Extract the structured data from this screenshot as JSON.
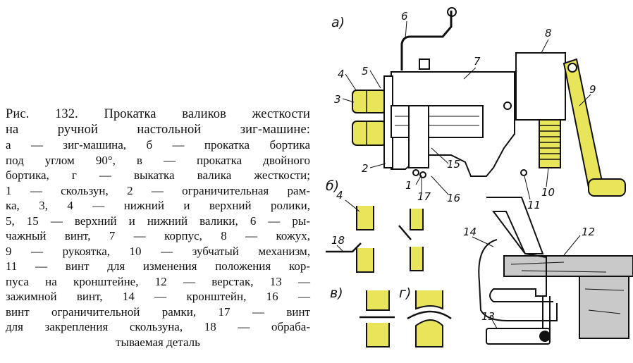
{
  "caption": {
    "lines": [
      "Рис. 132. Прокатка валиков жесткости",
      "на ручной настольной зиг-машине:",
      "а — зиг-машина, б — прокатка бортика",
      "под углом 90°, в — прокатка двойного",
      "бортика, г — выкатка валика жесткости;",
      "1 — скользун, 2 — ограничительная рам-",
      "ка, 3, 4 — нижний и верхний ролики,",
      "5, 15 — верхний и нижний валики, 6 — ры-",
      "чажный винт, 7 — корпус, 8 — кожух,",
      "9 — рукоятка, 10 — зубчатый механизм,",
      "11 — винт для изменения положения кор-",
      "пуса на кронштейне, 12 — верстак, 13 —",
      "зажимной винт, 14 — кронштейн, 16 —",
      "винт ограничительной рамки, 17 — винт",
      "для закрепления скользуна, 18 — обраба-",
      "тываемая деталь"
    ]
  },
  "figure": {
    "section_labels": [
      "а)",
      "б)",
      "в)",
      "г)"
    ],
    "part_numbers": [
      "1",
      "2",
      "3",
      "4",
      "5",
      "6",
      "7",
      "8",
      "9",
      "10",
      "11",
      "12",
      "13",
      "14",
      "15",
      "16",
      "17",
      "4",
      "18"
    ],
    "colors": {
      "highlight": "#e8e55a",
      "wood": "#c9c9c9",
      "line": "#111111"
    }
  }
}
